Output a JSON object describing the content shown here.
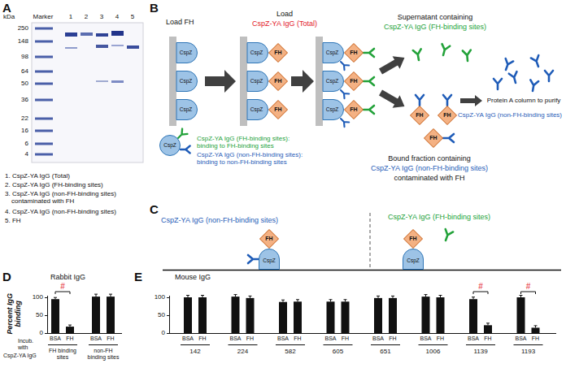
{
  "diagram": {
    "nodes": [
      {
        "text": [
          "CspZ"
        ]
      },
      {
        "text": [
          "CspZ"
        ]
      },
      {
        "text": [
          "CspZ"
        ]
      },
      {
        "text": [
          "CspZ"
        ]
      },
      {
        "text": [
          "CspZ"
        ]
      },
      {
        "text": [
          "CspZ"
        ]
      },
      {
        "text": [
          "FH"
        ]
      },
      {
        "text": [
          "FH"
        ]
      },
      {
        "text": [
          "FH"
        ]
      },
      {
        "text": [
          "CspZ"
        ]
      },
      {
        "text": [
          "CspZ"
        ]
      },
      {
        "text": [
          "CspZ"
        ]
      },
      {
        "text": [
          "FH"
        ]
      },
      {
        "text": [
          "FH"
        ]
      },
      {
        "text": [
          "FH"
        ]
      },
      {
        "text": [
          "FH"
        ]
      },
      {
        "text": [
          "FH"
        ]
      },
      {
        "text": [
          "FH"
        ]
      },
      {
        "text": [
          "CspZ"
        ]
      },
      {
        "text": [
          "CspZ"
        ]
      },
      {
        "text": [
          "FH"
        ]
      },
      {
        "text": [
          "CspZ"
        ]
      },
      {
        "text": [
          "FH"
        ]
      }
    ],
    "labels": [
      "A",
      "Marker",
      "1",
      "2",
      "3",
      "4",
      "5",
      "kDa",
      "250",
      "148",
      "98",
      "64",
      "50",
      "36",
      "22",
      "16",
      "6",
      "4",
      "1. CspZ-YA IgG (Total)",
      "2. CspZ-YA IgG (FH-binding sites)",
      "3. CspZ-YA IgG (non-FH-binding sites) contaminated with FH",
      "4. CspZ-YA IgG (non-FH-binding sites)",
      "5. FH",
      "B",
      "Load FH",
      "Load",
      "CspZ-YA IgG (Total)",
      "Supernatant containing",
      "CspZ-YA IgG (FH-binding sites)",
      "Bound fraction containing",
      "CspZ-YA IgG (non-FH-binding sites)",
      "contaminated with FH",
      "Protein A column to purify",
      "CspZ-YA IgG (non-FH-binding sites)",
      "C",
      "CspZ-YA IgG (FH-binding sites)",
      "CspZ-YA IgG (non-FH-binding sites)",
      "D",
      "Rabbit IgG",
      "Percent IgG binding",
      "100",
      "50",
      "0",
      "#",
      "Incub. with",
      "BSA",
      "FH",
      "BSA",
      "FH",
      "CspZ-YA IgG",
      "FH binding sites",
      "non-FH binding sites",
      "E",
      "Mouse IgG",
      "100",
      "50",
      "0",
      "BSA",
      "FH",
      "142",
      "BSA",
      "FH",
      "224",
      "BSA",
      "FH",
      "582",
      "BSA",
      "FH",
      "605",
      "BSA",
      "FH",
      "651",
      "BSA",
      "FH",
      "1006",
      "BSA",
      "FH",
      "1139",
      "BSA",
      "FH",
      "1193",
      "#",
      "#"
    ],
    "legend": [
      {
        "text": "CspZ-YA IgG (FH-binding sites): binding to FH-binding sites"
      },
      {
        "text": "CspZ-YA IgG (non-FH-binding sites): binding to non-FH-binding sites"
      }
    ]
  }
}
